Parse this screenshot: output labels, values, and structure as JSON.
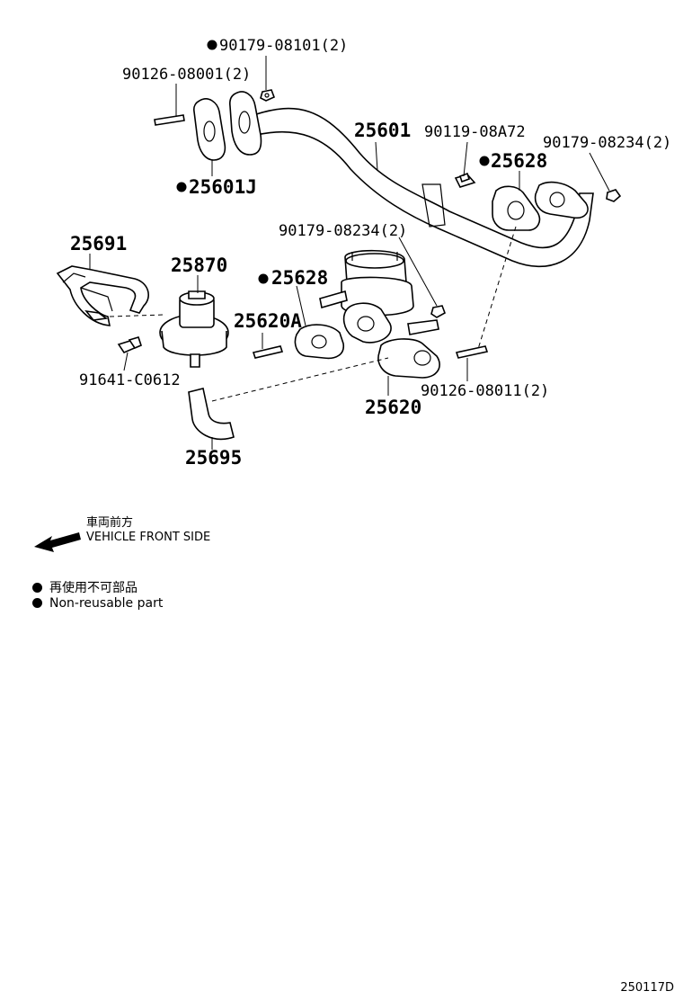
{
  "parts": {
    "p1": "90179-08101(2)",
    "p2": "90126-08001(2)",
    "p3": "25601",
    "p4": "90119-08A72",
    "p5": "90179-08234(2)",
    "p6": "25628",
    "p7": "25601J",
    "p8": "90179-08234(2)",
    "p9": "25691",
    "p10": "25870",
    "p11": "25628",
    "p12": "25620A",
    "p13": "91641-C0612",
    "p14": "90126-08011(2)",
    "p15": "25620",
    "p16": "25695"
  },
  "front": {
    "label_ja": "車両前方",
    "label_en": "VEHICLE FRONT SIDE"
  },
  "legend": {
    "ja": "再使用不可部品",
    "en": "Non-reusable part"
  },
  "drawing_code": "250117D"
}
